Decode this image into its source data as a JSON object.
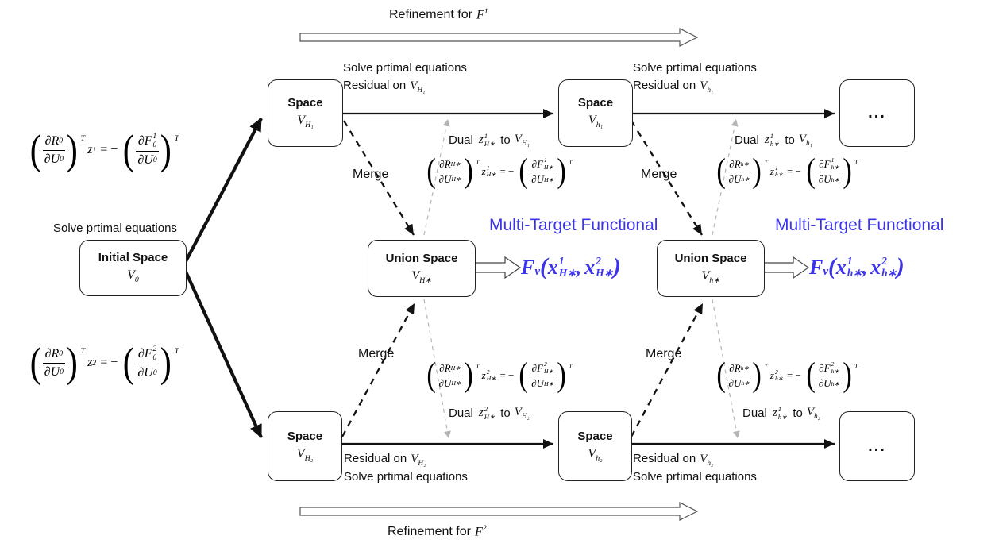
{
  "colors": {
    "blue": "#3b33ee",
    "arrow_gray": "#b5b5b5",
    "line_black": "#111111",
    "box_border": "#222222"
  },
  "symbols": {
    "transpose": "T"
  },
  "banners": {
    "top": {
      "text": "Refinement for",
      "f": "F",
      "sup": "1"
    },
    "bottom": {
      "text": "Refinement for",
      "f": "F",
      "sup": "2"
    }
  },
  "initial_label": "Solve prtimal equations",
  "boxes": {
    "initial": {
      "title": "Initial Space",
      "v": "V",
      "sub": "0"
    },
    "H1": {
      "title": "Space",
      "v": "V",
      "sub": "H₁"
    },
    "h1": {
      "title": "Space",
      "v": "V",
      "sub": "h₁"
    },
    "H2": {
      "title": "Space",
      "v": "V",
      "sub": "H₂"
    },
    "h2": {
      "title": "Space",
      "v": "V",
      "sub": "h₂"
    },
    "unionH": {
      "title": "Union Space",
      "v": "V",
      "sub": "H∗"
    },
    "unionh": {
      "title": "Union Space",
      "v": "V",
      "sub": "h∗"
    },
    "dots_top": {
      "label": "..."
    },
    "dots_bottom": {
      "label": "..."
    }
  },
  "arrow_labels": {
    "top_left": {
      "line1": "Solve prtimal equations",
      "line2": "Residual on",
      "v": "V",
      "v_sub": "H₁"
    },
    "top_right": {
      "line1": "Solve prtimal equations",
      "line2": "Residual on",
      "v": "V",
      "v_sub": "h₁"
    },
    "bottom_left": {
      "line1": "Residual on",
      "v": "V",
      "v_sub": "H₂",
      "line2": "Solve prtimal equations"
    },
    "bottom_right": {
      "line1": "Residual on",
      "v": "V",
      "v_sub": "h₂",
      "line2": "Solve prtimal equations"
    }
  },
  "merge": {
    "tl": "Merge",
    "tr": "Merge",
    "bl": "Merge",
    "br": "Merge"
  },
  "duals": {
    "tl": {
      "pre": "Dual",
      "z": "z",
      "z_sup": "1",
      "z_sub": "H∗",
      "mid": "to",
      "v": "V",
      "v_sub": "H₁"
    },
    "tr": {
      "pre": "Dual",
      "z": "z",
      "z_sup": "1",
      "z_sub": "h∗",
      "mid": "to",
      "v": "V",
      "v_sub": "h₁"
    },
    "bl": {
      "pre": "Dual",
      "z": "z",
      "z_sup": "2",
      "z_sub": "H∗",
      "mid": "to",
      "v": "V",
      "v_sub": "H₂"
    },
    "br": {
      "pre": "Dual",
      "z": "z",
      "z_sup": "1",
      "z_sub": "h∗",
      "mid": "to",
      "v": "V",
      "v_sub": "h₂"
    }
  },
  "functionals": {
    "left": {
      "heading": "Multi-Target Functional",
      "f": "F",
      "f_sub": "v",
      "open": "(",
      "x1": "x",
      "x1_sup": "1",
      "x1_sub": "H∗",
      "comma": ",",
      "x2": "x",
      "x2_sup": "2",
      "x2_sub": "H∗",
      "close": ")"
    },
    "right": {
      "heading": "Multi-Target Functional",
      "f": "F",
      "f_sub": "v",
      "open": "(",
      "x1": "x",
      "x1_sup": "1",
      "x1_sub": "h∗",
      "comma": ",",
      "x2": "x",
      "x2_sup": "2",
      "x2_sub": "h∗",
      "close": ")"
    }
  },
  "equations": [
    {
      "id": "eq-init-1",
      "ln": {
        "b": "∂R",
        "sub": "0"
      },
      "ld": {
        "b": "∂U",
        "sub": "0"
      },
      "z": {
        "b": "z",
        "sup": "1"
      },
      "rel": "= −",
      "rn": {
        "b": "∂F",
        "sup": "1",
        "sub": "0"
      },
      "rd": {
        "b": "∂U",
        "sub": "0"
      }
    },
    {
      "id": "eq-init-2",
      "ln": {
        "b": "∂R",
        "sub": "0"
      },
      "ld": {
        "b": "∂U",
        "sub": "0"
      },
      "z": {
        "b": "z",
        "sup": "2"
      },
      "rel": "= −",
      "rn": {
        "b": "∂F",
        "sup": "2",
        "sub": "0"
      },
      "rd": {
        "b": "∂U",
        "sub": "0"
      }
    },
    {
      "id": "eq-H-1",
      "ln": {
        "b": "∂R",
        "sub": "H∗"
      },
      "ld": {
        "b": "∂U",
        "sub": "H∗"
      },
      "z": {
        "b": "z",
        "sup": "1",
        "sub": "H∗"
      },
      "rel": "= −",
      "rn": {
        "b": "∂F",
        "sup": "1",
        "sub": "H∗"
      },
      "rd": {
        "b": "∂U",
        "sub": "H∗"
      }
    },
    {
      "id": "eq-h-1",
      "ln": {
        "b": "∂R",
        "sub": "h∗"
      },
      "ld": {
        "b": "∂U",
        "sub": "h∗"
      },
      "z": {
        "b": "z",
        "sup": "1",
        "sub": "h∗"
      },
      "rel": "= −",
      "rn": {
        "b": "∂F",
        "sup": "1",
        "sub": "h∗"
      },
      "rd": {
        "b": "∂U",
        "sub": "h∗"
      }
    },
    {
      "id": "eq-H-2",
      "ln": {
        "b": "∂R",
        "sub": "H∗"
      },
      "ld": {
        "b": "∂U",
        "sub": "H∗"
      },
      "z": {
        "b": "z",
        "sup": "2",
        "sub": "H∗"
      },
      "rel": "= −",
      "rn": {
        "b": "∂F",
        "sup": "2",
        "sub": "H∗"
      },
      "rd": {
        "b": "∂U",
        "sub": "H∗"
      }
    },
    {
      "id": "eq-h-2",
      "ln": {
        "b": "∂R",
        "sub": "h∗"
      },
      "ld": {
        "b": "∂U",
        "sub": "h∗"
      },
      "z": {
        "b": "z",
        "sup": "2",
        "sub": "h∗"
      },
      "rel": "= −",
      "rn": {
        "b": "∂F",
        "sup": "2",
        "sub": "h∗"
      },
      "rd": {
        "b": "∂U",
        "sub": "h∗"
      }
    }
  ]
}
